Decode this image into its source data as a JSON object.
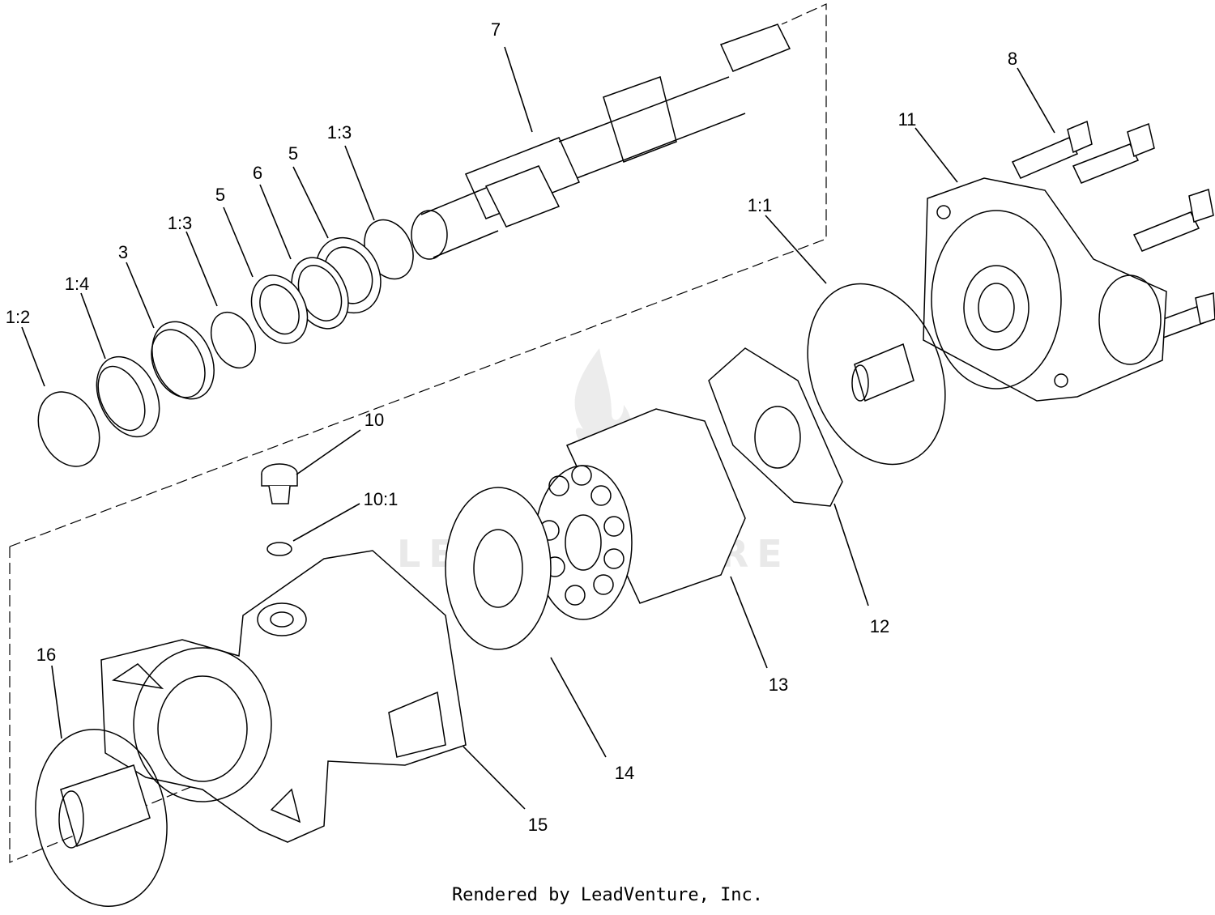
{
  "callouts": [
    "7",
    "8",
    "11",
    "1:3",
    "5",
    "6",
    "5",
    "1:3",
    "3",
    "1:4",
    "1:2",
    "1:1",
    "10",
    "10:1",
    "16",
    "15",
    "14",
    "13",
    "12"
  ],
  "watermark": "LEADVENTURE",
  "footer": "Rendered by LeadVenture, Inc."
}
